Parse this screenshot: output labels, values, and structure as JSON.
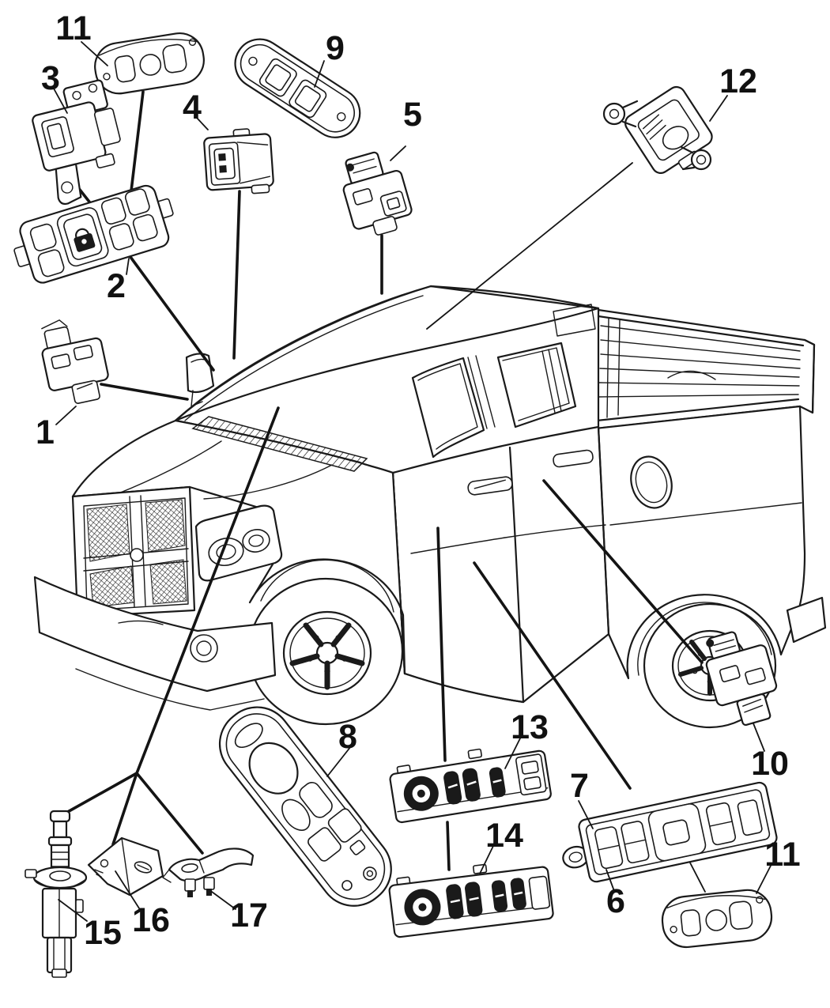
{
  "diagram": {
    "kind": "vehicle-parts-diagram",
    "vehicle": "quad-cab-pickup-truck-line-art",
    "background_color": "#ffffff",
    "line_color": "#1a1a1a",
    "callouts": [
      {
        "id": "11-top",
        "number": "11",
        "part": "key-fob-transmitter"
      },
      {
        "id": "3",
        "number": "3",
        "part": "switch-with-mounting-bracket"
      },
      {
        "id": "9",
        "number": "9",
        "part": "door-switch-bezel"
      },
      {
        "id": "4",
        "number": "4",
        "part": "small-switch"
      },
      {
        "id": "5",
        "number": "5",
        "part": "switch"
      },
      {
        "id": "12",
        "number": "12",
        "part": "switch-with-mounting-ears"
      },
      {
        "id": "2",
        "number": "2",
        "part": "master-window-lock-switch"
      },
      {
        "id": "1",
        "number": "1",
        "part": "switch"
      },
      {
        "id": "8",
        "number": "8",
        "part": "door-trim-switch-bezel"
      },
      {
        "id": "13",
        "number": "13",
        "part": "window-switch-module"
      },
      {
        "id": "7",
        "number": "7",
        "part": "window-switch"
      },
      {
        "id": "14",
        "number": "14",
        "part": "window-switch-module"
      },
      {
        "id": "6",
        "number": "6",
        "part": "window-switch-panel"
      },
      {
        "id": "10",
        "number": "10",
        "part": "switch"
      },
      {
        "id": "11-bottom",
        "number": "11",
        "part": "key-fob-transmitter"
      },
      {
        "id": "15",
        "number": "15",
        "part": "plunger-switch"
      },
      {
        "id": "16",
        "number": "16",
        "part": "mounting-bracket"
      },
      {
        "id": "17",
        "number": "17",
        "part": "mounting-bracket"
      }
    ]
  }
}
